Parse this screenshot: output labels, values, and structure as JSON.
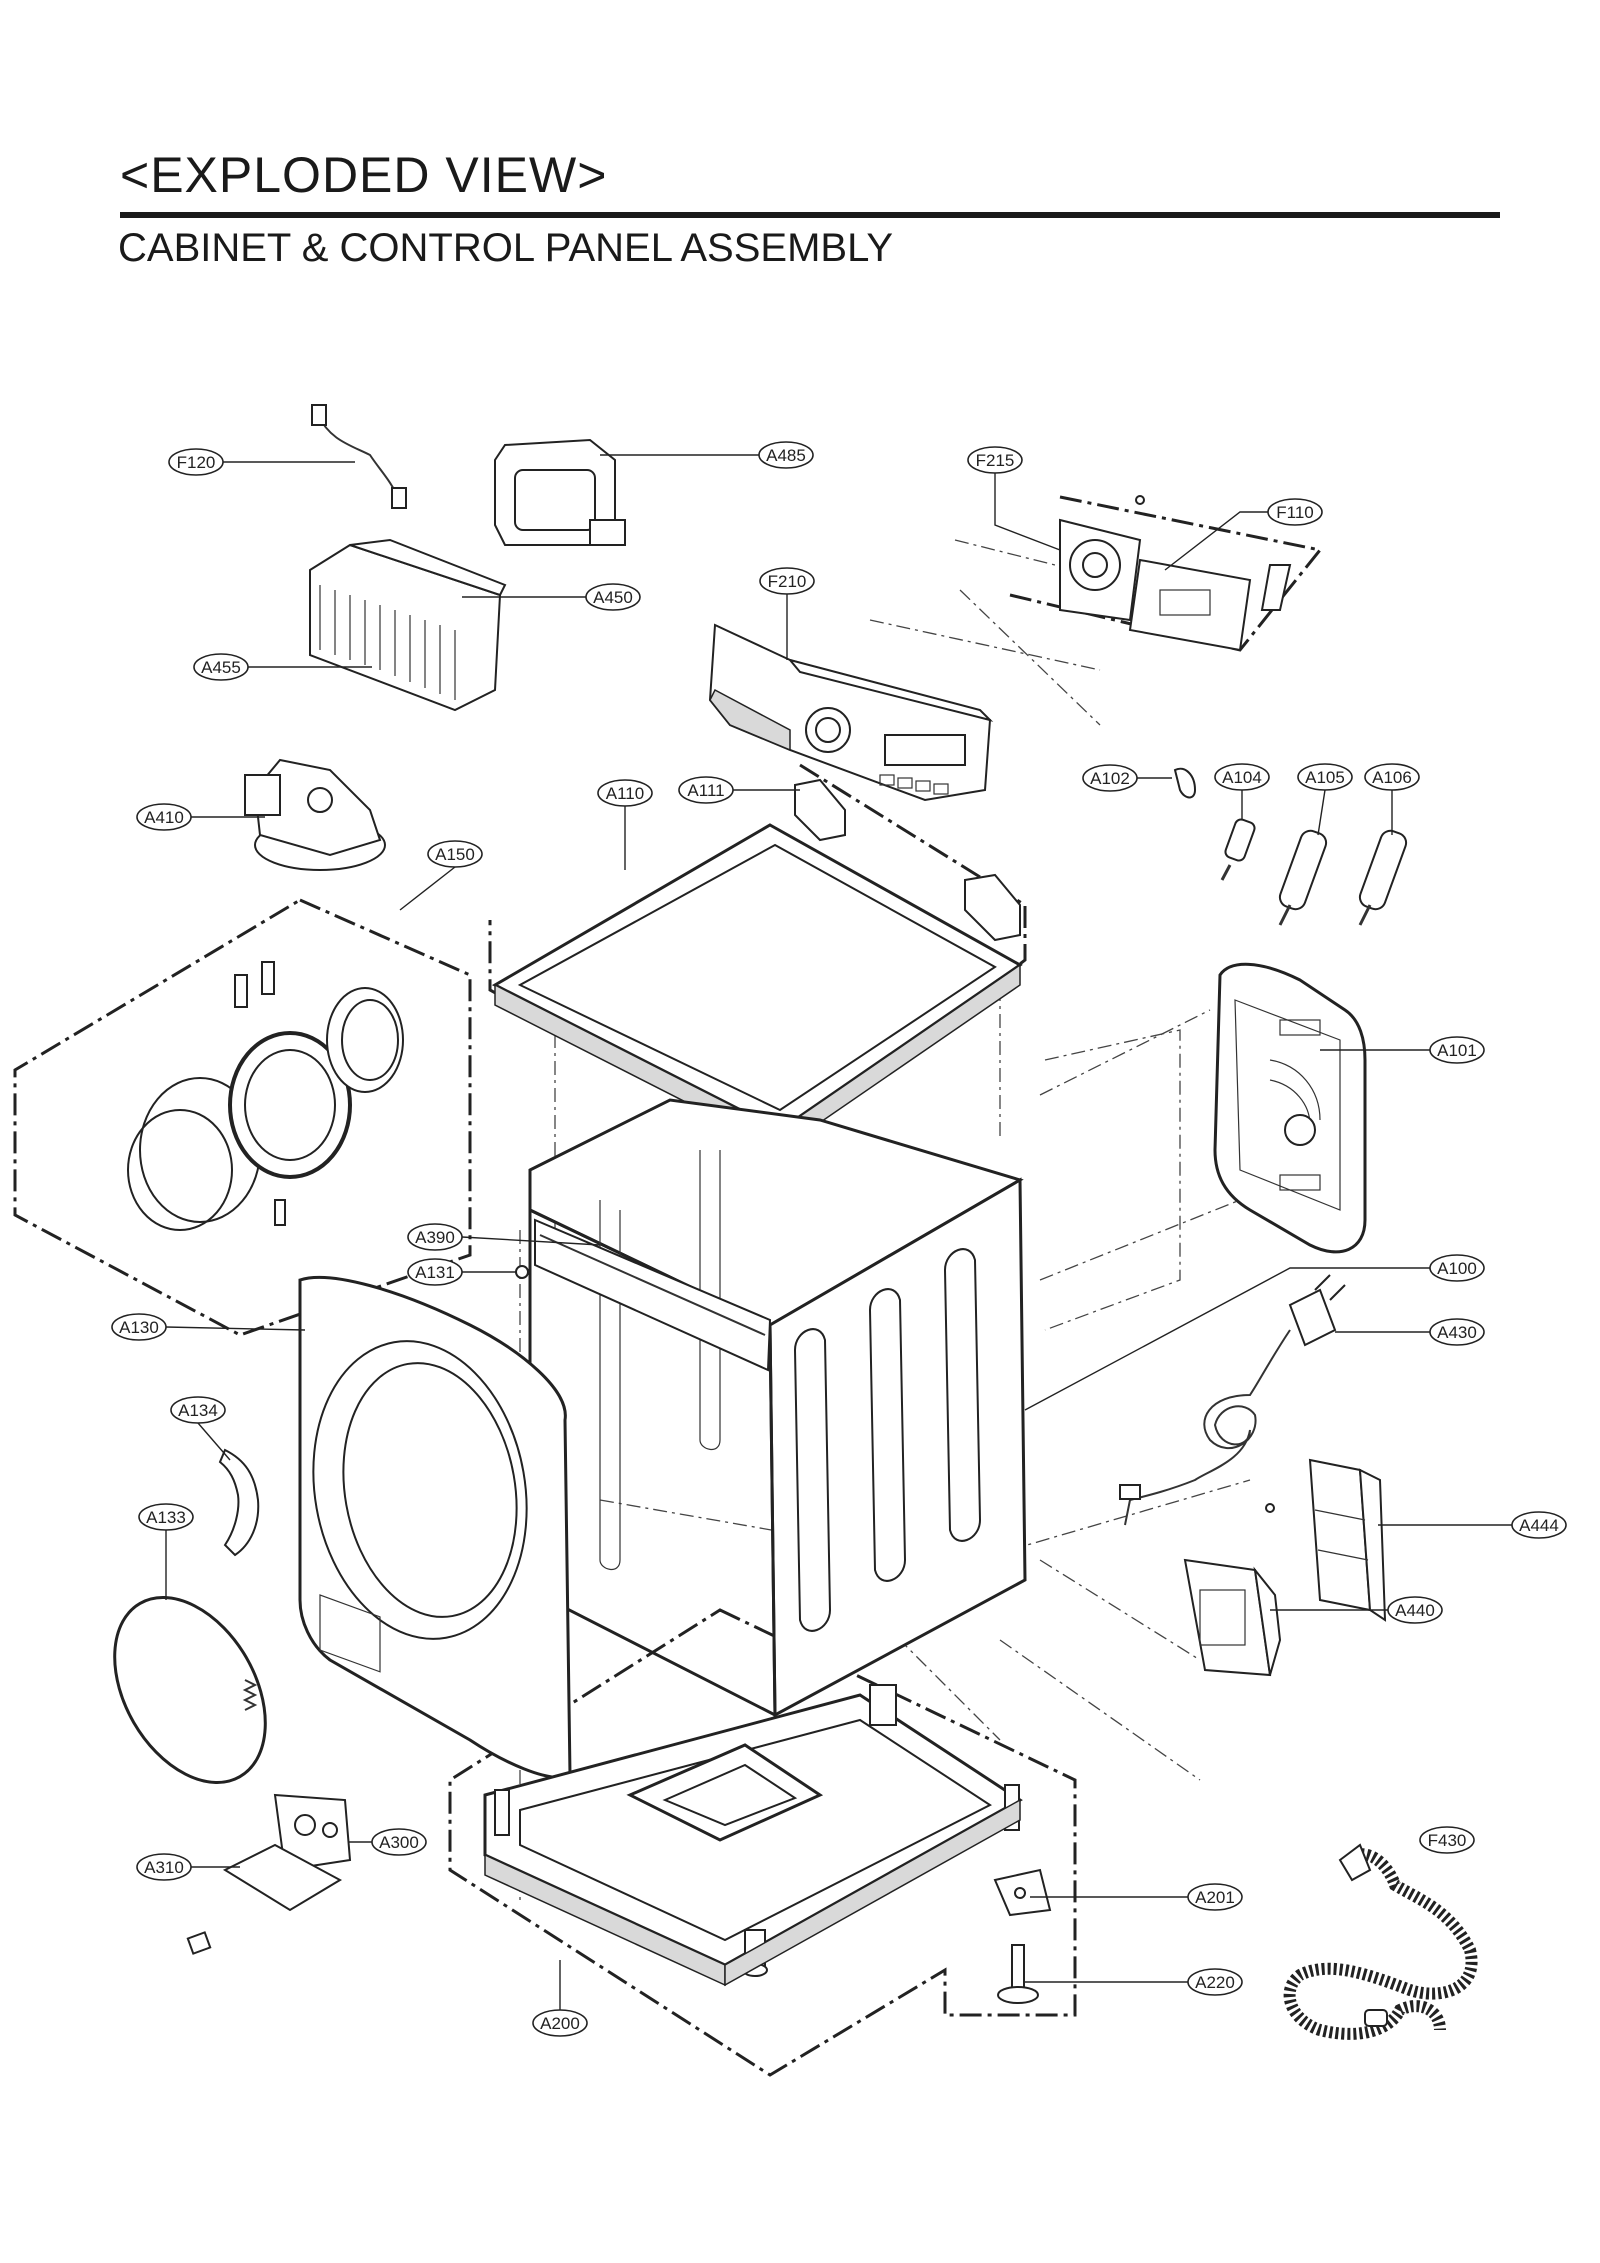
{
  "header": {
    "title": "<EXPLODED VIEW>",
    "subtitle": "CABINET & CONTROL  PANEL ASSEMBLY"
  },
  "callouts": {
    "F120": "F120",
    "A485": "A485",
    "F215": "F215",
    "F110": "F110",
    "A450": "A450",
    "F210": "F210",
    "A455": "A455",
    "A102": "A102",
    "A104": "A104",
    "A105": "A105",
    "A106": "A106",
    "A410": "A410",
    "A110": "A110",
    "A111": "A111",
    "A150": "A150",
    "A101": "A101",
    "A390": "A390",
    "A131": "A131",
    "A100": "A100",
    "A130": "A130",
    "A430": "A430",
    "A134": "A134",
    "A444": "A444",
    "A133": "A133",
    "A440": "A440",
    "F430": "F430",
    "A300": "A300",
    "A310": "A310",
    "A201": "A201",
    "A220": "A220",
    "A200": "A200"
  },
  "colors": {
    "line": "#1a1a1a",
    "background": "#ffffff",
    "shade": "#d9d9d9"
  }
}
